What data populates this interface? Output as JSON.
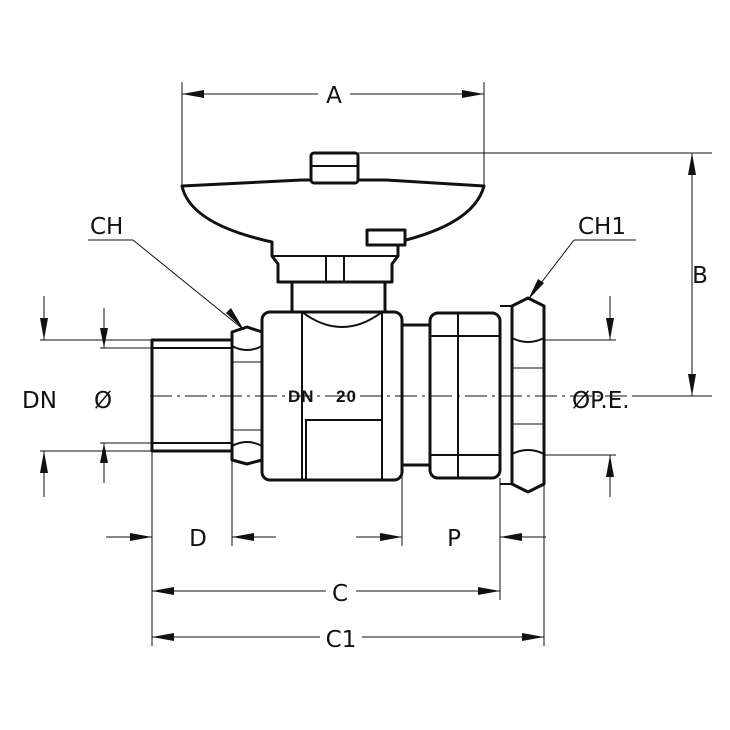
{
  "labels": {
    "A": "A",
    "B": "B",
    "CH": "CH",
    "CH1": "CH1",
    "DN": "DN",
    "diameter": "Ø",
    "diameter_pe": "ØP.E.",
    "D": "D",
    "P": "P",
    "C": "C",
    "C1": "C1"
  },
  "body_marking": {
    "dn": "DN",
    "size": "20"
  }
}
